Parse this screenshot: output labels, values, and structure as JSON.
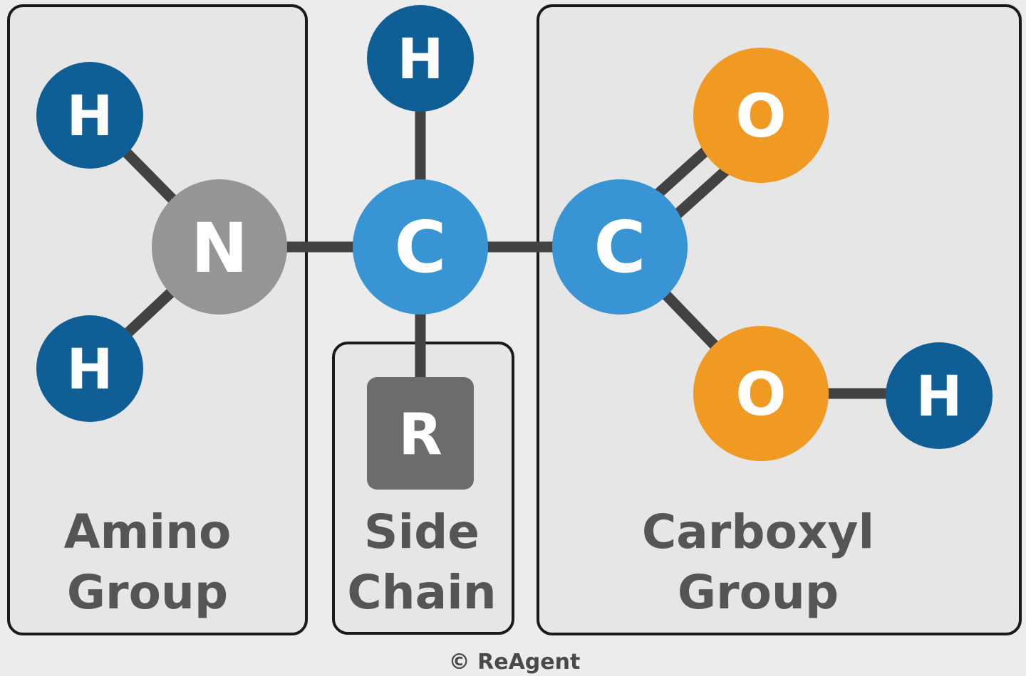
{
  "diagram": {
    "colors": {
      "background": "#ececec",
      "panel": "#e6e6e6",
      "panel_border": "#1a1a1a",
      "bond": "#424242",
      "hydrogen": "#0f5f96",
      "nitrogen": "#959595",
      "carbon": "#3894d3",
      "oxygen": "#f19a23",
      "side_chain": "#6c6c6c",
      "label_text": "#555555",
      "atom_text": "#ffffff"
    },
    "atoms": {
      "h_amino_top": "H",
      "h_amino_bottom": "H",
      "nitrogen": "N",
      "h_alpha": "H",
      "carbon_alpha": "C",
      "side_chain_r": "R",
      "carbon_carboxyl": "C",
      "oxygen_double": "O",
      "oxygen_hydroxyl": "O",
      "h_hydroxyl": "H"
    },
    "groups": {
      "amino": {
        "line1": "Amino",
        "line2": "Group"
      },
      "side_chain": {
        "line1": "Side",
        "line2": "Chain"
      },
      "carboxyl": {
        "line1": "Carboxyl",
        "line2": "Group"
      }
    },
    "credit": "© ReAgent"
  }
}
